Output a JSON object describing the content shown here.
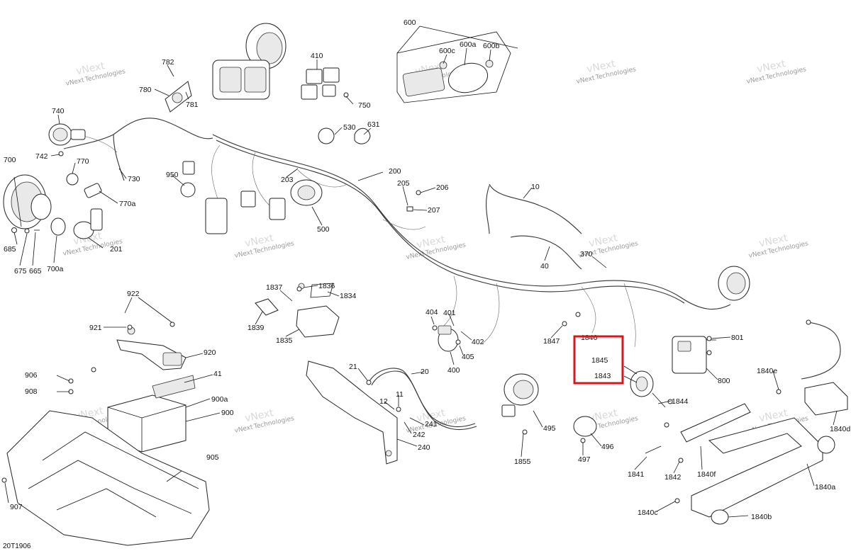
{
  "diagram": {
    "code": "20T1906",
    "highlight_color": "#d9161b",
    "watermark": {
      "line1": "vNext",
      "line2": "Technologies"
    },
    "labels": [
      {
        "id": "600",
        "text": "600"
      },
      {
        "id": "600c",
        "text": "600c"
      },
      {
        "id": "600a",
        "text": "600a"
      },
      {
        "id": "600b",
        "text": "600b"
      },
      {
        "id": "782",
        "text": "782"
      },
      {
        "id": "780",
        "text": "780"
      },
      {
        "id": "781",
        "text": "781"
      },
      {
        "id": "410",
        "text": "410"
      },
      {
        "id": "750",
        "text": "750"
      },
      {
        "id": "740",
        "text": "740"
      },
      {
        "id": "742",
        "text": "742"
      },
      {
        "id": "770",
        "text": "770"
      },
      {
        "id": "730",
        "text": "730"
      },
      {
        "id": "770a",
        "text": "770a"
      },
      {
        "id": "700",
        "text": "700"
      },
      {
        "id": "950",
        "text": "950"
      },
      {
        "id": "530",
        "text": "530"
      },
      {
        "id": "631",
        "text": "631"
      },
      {
        "id": "203",
        "text": "203"
      },
      {
        "id": "200",
        "text": "200"
      },
      {
        "id": "205",
        "text": "205"
      },
      {
        "id": "206",
        "text": "206"
      },
      {
        "id": "207",
        "text": "207"
      },
      {
        "id": "10",
        "text": "10"
      },
      {
        "id": "500",
        "text": "500"
      },
      {
        "id": "685",
        "text": "685"
      },
      {
        "id": "201",
        "text": "201"
      },
      {
        "id": "675",
        "text": "675"
      },
      {
        "id": "665",
        "text": "665"
      },
      {
        "id": "700a",
        "text": "700a"
      },
      {
        "id": "40",
        "text": "40"
      },
      {
        "id": "370",
        "text": "370"
      },
      {
        "id": "1836",
        "text": "1836"
      },
      {
        "id": "1837",
        "text": "1837"
      },
      {
        "id": "1834",
        "text": "1834"
      },
      {
        "id": "1839",
        "text": "1839"
      },
      {
        "id": "1835",
        "text": "1835"
      },
      {
        "id": "922",
        "text": "922"
      },
      {
        "id": "921",
        "text": "921"
      },
      {
        "id": "920",
        "text": "920"
      },
      {
        "id": "404",
        "text": "404"
      },
      {
        "id": "401",
        "text": "401"
      },
      {
        "id": "402",
        "text": "402"
      },
      {
        "id": "400",
        "text": "400"
      },
      {
        "id": "405",
        "text": "405"
      },
      {
        "id": "1847",
        "text": "1847"
      },
      {
        "id": "1846",
        "text": "1846"
      },
      {
        "id": "1845",
        "text": "1845"
      },
      {
        "id": "1843",
        "text": "1843"
      },
      {
        "id": "801",
        "text": "801"
      },
      {
        "id": "800",
        "text": "800"
      },
      {
        "id": "906",
        "text": "906"
      },
      {
        "id": "41",
        "text": "41"
      },
      {
        "id": "908",
        "text": "908"
      },
      {
        "id": "900a",
        "text": "900a"
      },
      {
        "id": "900",
        "text": "900"
      },
      {
        "id": "21",
        "text": "21"
      },
      {
        "id": "20",
        "text": "20"
      },
      {
        "id": "11",
        "text": "11"
      },
      {
        "id": "12",
        "text": "12"
      },
      {
        "id": "241",
        "text": "241"
      },
      {
        "id": "242",
        "text": "242"
      },
      {
        "id": "240",
        "text": "240"
      },
      {
        "id": "1840e",
        "text": "1840e"
      },
      {
        "id": "1844",
        "text": "1844"
      },
      {
        "id": "495",
        "text": "495"
      },
      {
        "id": "496",
        "text": "496"
      },
      {
        "id": "497",
        "text": "497"
      },
      {
        "id": "1855",
        "text": "1855"
      },
      {
        "id": "1840d",
        "text": "1840d"
      },
      {
        "id": "905",
        "text": "905"
      },
      {
        "id": "1841",
        "text": "1841"
      },
      {
        "id": "1842",
        "text": "1842"
      },
      {
        "id": "1840f",
        "text": "1840f"
      },
      {
        "id": "1840a",
        "text": "1840a"
      },
      {
        "id": "907",
        "text": "907"
      },
      {
        "id": "1840c",
        "text": "1840c"
      },
      {
        "id": "1840b",
        "text": "1840b"
      }
    ]
  }
}
